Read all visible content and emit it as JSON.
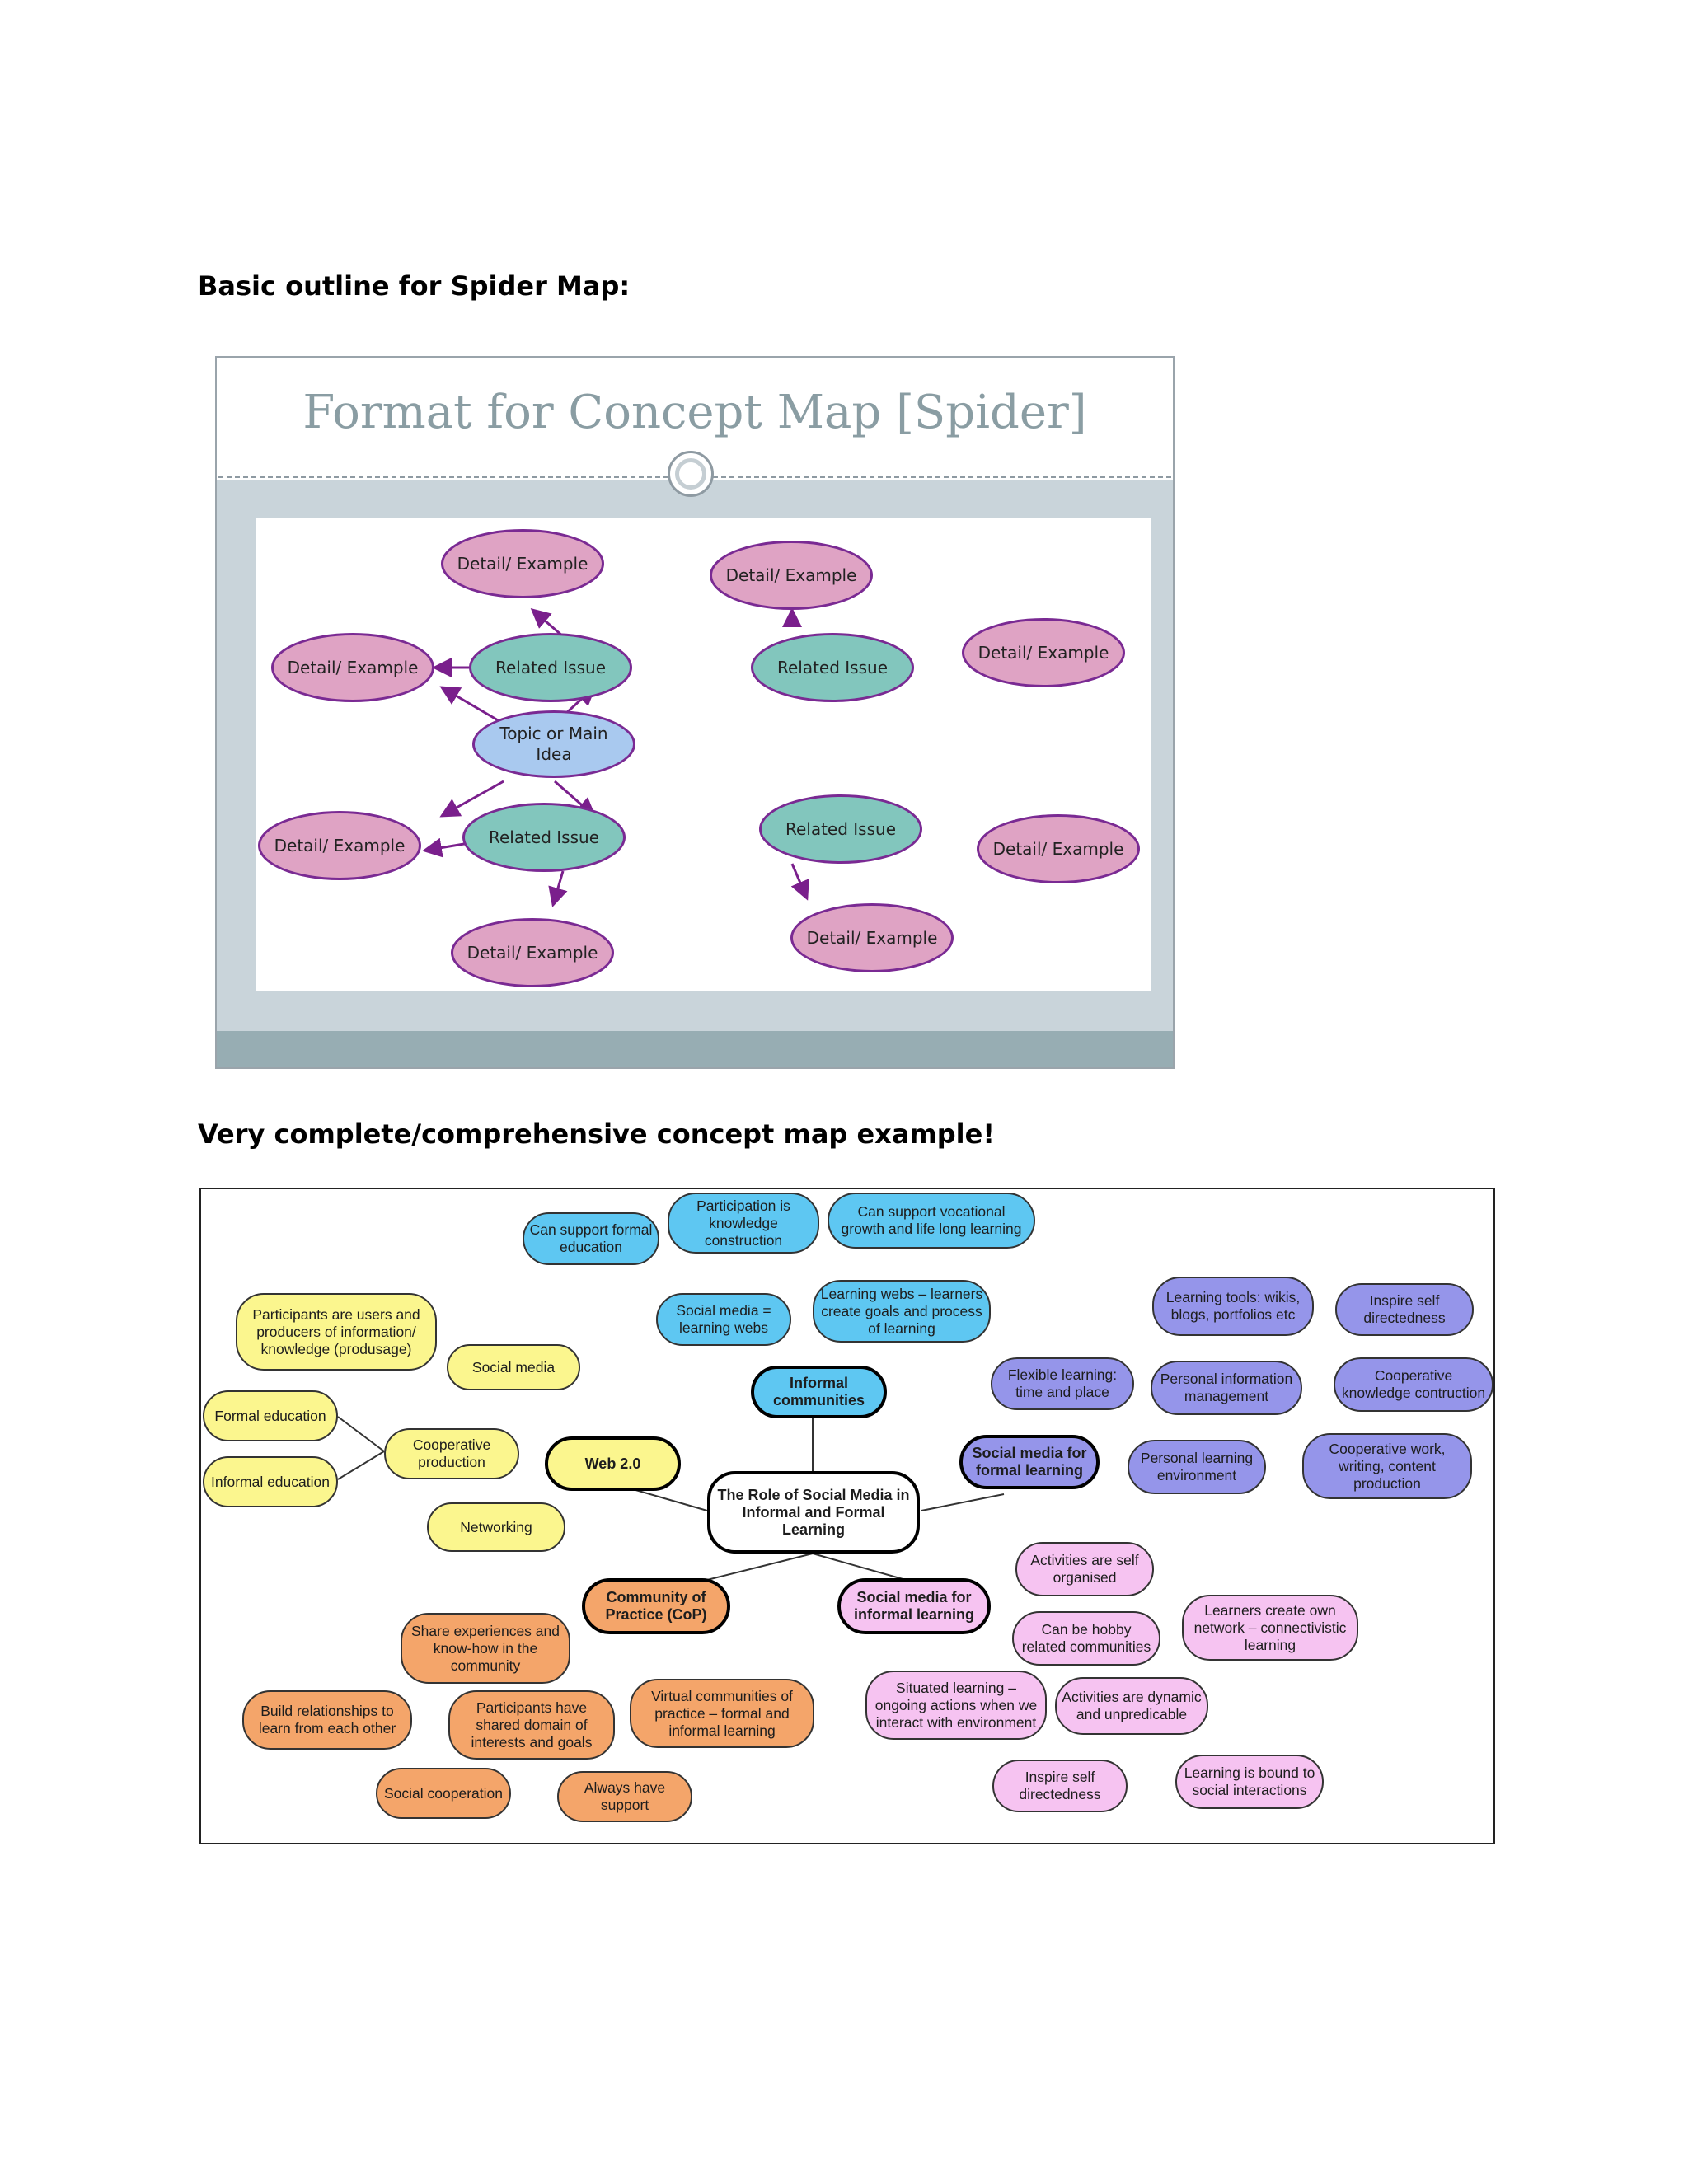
{
  "headings": {
    "basic": "Basic outline for Spider Map:",
    "complete": "Very complete/comprehensive concept map example!"
  },
  "spider": {
    "title": "Format for Concept Map [Spider]",
    "colors": {
      "detail": "#dfa3c4",
      "related": "#82c6bd",
      "topic": "#a9c9ef",
      "outline": "#7a2a93"
    },
    "topic": "Topic or Main Idea",
    "related_issues": [
      {
        "label": "Related Issue",
        "details": [
          "Detail/ Example",
          "Detail/ Example"
        ]
      },
      {
        "label": "Related Issue",
        "details": [
          "Detail/ Example",
          "Detail/ Example"
        ]
      },
      {
        "label": "Related Issue",
        "details": [
          "Detail/ Example",
          "Detail/ Example"
        ]
      },
      {
        "label": "Related Issue",
        "details": [
          "Detail/ Example",
          "Detail/ Example"
        ]
      }
    ]
  },
  "concept_map": {
    "colors": {
      "yellow": "#fbf68e",
      "blue": "#5ec7f2",
      "purple": "#9595ea",
      "orange": "#f4a56a",
      "pink": "#f6c3f1"
    },
    "center": "The Role of Social Media in Informal and Formal Learning",
    "web20": {
      "label": "Web 2.0",
      "items": [
        "Participants are users and producers of information/ knowledge (produsage)",
        "Social media",
        "Cooperative production",
        "Formal education",
        "Informal education",
        "Networking"
      ]
    },
    "informal_communities": {
      "label": "Informal communities",
      "items": [
        "Can support formal education",
        "Participation is knowledge construction",
        "Can support vocational growth and life long learning",
        "Social media = learning webs",
        "Learning webs – learners create goals and process of learning"
      ]
    },
    "social_media_formal": {
      "label": "Social media for formal learning",
      "items": [
        "Learning tools: wikis, blogs, portfolios etc",
        "Inspire self directedness",
        "Flexible learning: time and place",
        "Personal information management",
        "Cooperative knowledge contruction",
        "Personal learning environment",
        "Cooperative work, writing, content production"
      ]
    },
    "cop": {
      "label": "Community of Practice (CoP)",
      "items": [
        "Share experiences and know-how in the community",
        "Build relationships to learn from each other",
        "Participants have shared domain of interests and goals",
        "Virtual communities of practice – formal and informal learning",
        "Social cooperation",
        "Always have support"
      ]
    },
    "social_media_informal": {
      "label": "Social media for informal learning",
      "items": [
        "Activities are self organised",
        "Can be hobby related communities",
        "Learners create own network – connectivistic learning",
        "Situated learning – ongoing actions when we interact with environment",
        "Activities are dynamic and unpredicable",
        "Inspire self directedness",
        "Learning is bound to social interactions"
      ]
    }
  }
}
